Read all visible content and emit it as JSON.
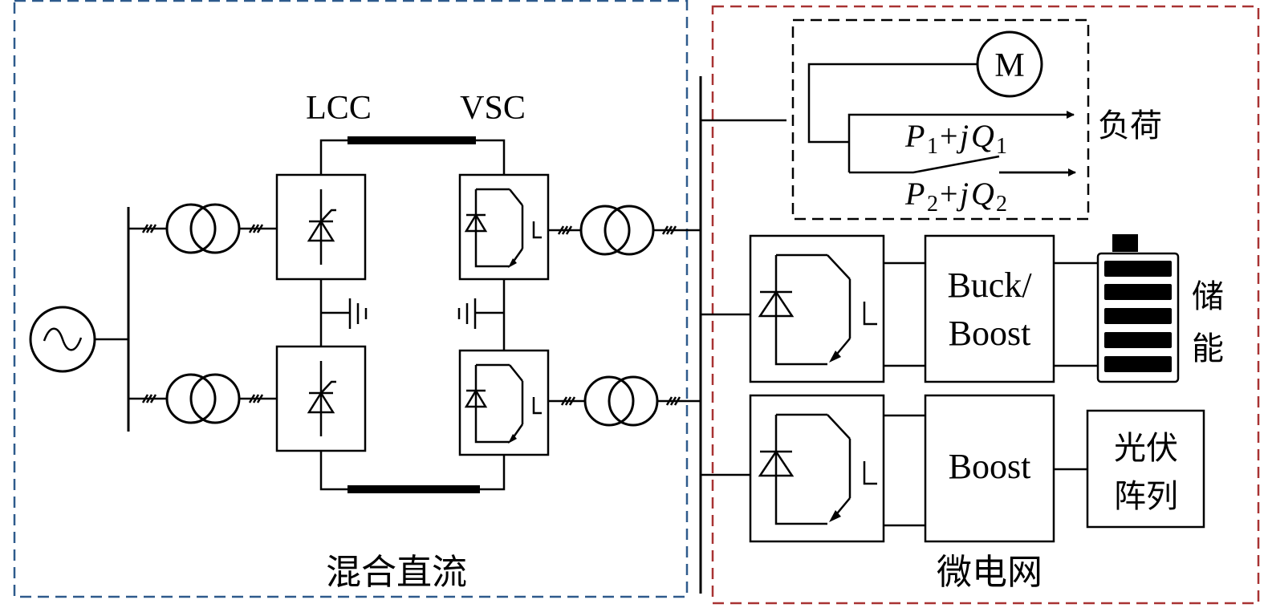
{
  "colors": {
    "hybrid_dc_border": "#2e5a8c",
    "microgrid_border": "#a83232",
    "line": "#000000"
  },
  "labels": {
    "lcc": "LCC",
    "vsc": "VSC",
    "motor": "M",
    "load": "负荷",
    "p1": "P",
    "p1_sub": "1",
    "jq1_plus": "+",
    "jq1_j": "j",
    "jq1_q": "Q",
    "jq1_sub": "1",
    "p2": "P",
    "p2_sub": "2",
    "jq2_plus": "+",
    "jq2_j": "j",
    "jq2_q": "Q",
    "jq2_sub": "2",
    "buck_boost_line1": "Buck/",
    "buck_boost_line2": "Boost",
    "storage_line1": "储",
    "storage_line2": "能",
    "boost": "Boost",
    "pv_line1": "光伏",
    "pv_line2": "阵列",
    "hybrid_dc": "混合直流",
    "microgrid": "微电网"
  },
  "icons": {
    "ac_source": "ac-source-icon",
    "transformer": "transformer-icon",
    "thyristor": "thyristor-icon",
    "igbt": "igbt-icon",
    "ground": "ground-icon",
    "motor": "motor-icon",
    "battery": "battery-icon"
  }
}
